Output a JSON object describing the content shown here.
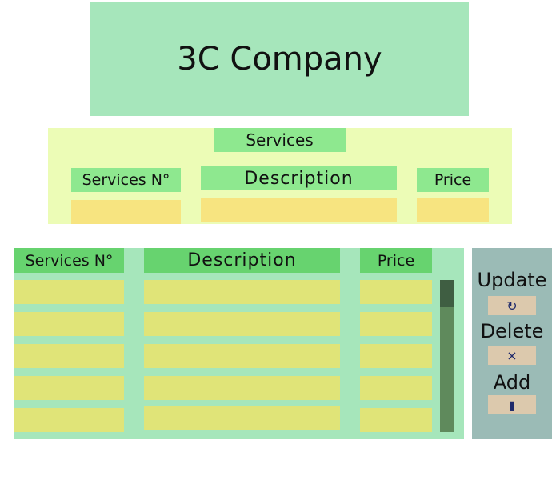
{
  "header": {
    "title": "3C Company"
  },
  "form": {
    "title": "Services",
    "labels": {
      "number": "Services N°",
      "description": "Description",
      "price": "Price"
    },
    "values": {
      "number": "",
      "description": "",
      "price": ""
    }
  },
  "table": {
    "headers": {
      "number": "Services N°",
      "description": "Description",
      "price": "Price"
    },
    "rows": [
      {
        "number": "",
        "description": "",
        "price": ""
      },
      {
        "number": "",
        "description": "",
        "price": ""
      },
      {
        "number": "",
        "description": "",
        "price": ""
      },
      {
        "number": "",
        "description": "",
        "price": ""
      },
      {
        "number": "",
        "description": "",
        "price": ""
      }
    ]
  },
  "actions": {
    "update_label": "Update",
    "update_icon": "↻",
    "delete_label": "Delete",
    "delete_icon": "×",
    "add_label": "Add",
    "add_icon": "▮"
  },
  "colors": {
    "header_bg": "#a6e6bb",
    "form_bg": "#ecfcb6",
    "label_bg": "#8ee88f",
    "field_bg": "#f7e480",
    "table_bg": "#a6e6bb",
    "table_header_bg": "#67d36f",
    "cell_bg": "#e0e478",
    "actions_bg": "#9bbbb6",
    "button_bg": "#dcc9ad"
  }
}
